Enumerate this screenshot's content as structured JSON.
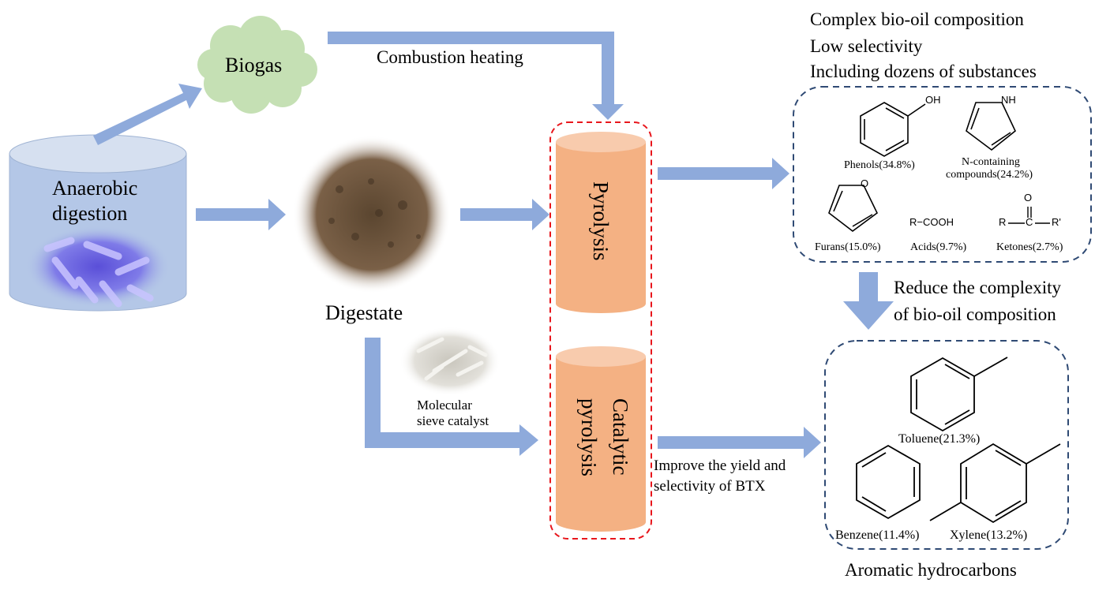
{
  "colors": {
    "arrow": "#8eaadb",
    "cylinder_blue": "#b4c7e7",
    "cylinder_orange": "#f4b183",
    "cloud_green": "#c5e0b4",
    "red_dash": "#e8161c",
    "blue_dash": "#2f4a74"
  },
  "nodes": {
    "anaerobic_digestion": {
      "line1": "Anaerobic",
      "line2": "digestion"
    },
    "biogas": "Biogas",
    "digestate": "Digestate",
    "pyrolysis": "Pyrolysis",
    "catalytic_pyrolysis": {
      "line1": "Catalytic",
      "line2": "pyrolysis"
    },
    "catalyst": {
      "line1": "Molecular",
      "line2": "sieve catalyst"
    }
  },
  "edges": {
    "combustion_heating": "Combustion heating",
    "improve": {
      "line1": "Improve the yield and",
      "line2": "selectivity of BTX"
    },
    "reduce": {
      "line1": "Reduce the complexity",
      "line2": "of bio-oil composition"
    }
  },
  "bio_oil": {
    "notes": [
      "Complex bio-oil composition",
      "Low selectivity",
      "Including dozens of substances"
    ],
    "compounds": [
      {
        "name": "Phenols",
        "percent": "34.8%",
        "label": "Phenols(34.8%)",
        "group": "OH"
      },
      {
        "name": "N-containing compounds",
        "percent": "24.2%",
        "label1": "N-containing",
        "label2": "compounds(24.2%)",
        "group": "NH"
      },
      {
        "name": "Furans",
        "percent": "15.0%",
        "label": "Furans(15.0%)",
        "group": "O"
      },
      {
        "name": "Acids",
        "percent": "9.7%",
        "label": "Acids(9.7%)",
        "formula": "R−COOH"
      },
      {
        "name": "Ketones",
        "percent": "2.7%",
        "label": "Ketones(2.7%)",
        "formula_r": "R",
        "formula_c": "C",
        "formula_r2": "R'",
        "formula_o": "O"
      }
    ]
  },
  "aromatics": {
    "title": "Aromatic hydrocarbons",
    "compounds": [
      {
        "name": "Toluene",
        "percent": "21.3%",
        "label": "Toluene(21.3%)"
      },
      {
        "name": "Benzene",
        "percent": "11.4%",
        "label": "Benzene(11.4%)"
      },
      {
        "name": "Xylene",
        "percent": "13.2%",
        "label": "Xylene(13.2%)"
      }
    ]
  }
}
